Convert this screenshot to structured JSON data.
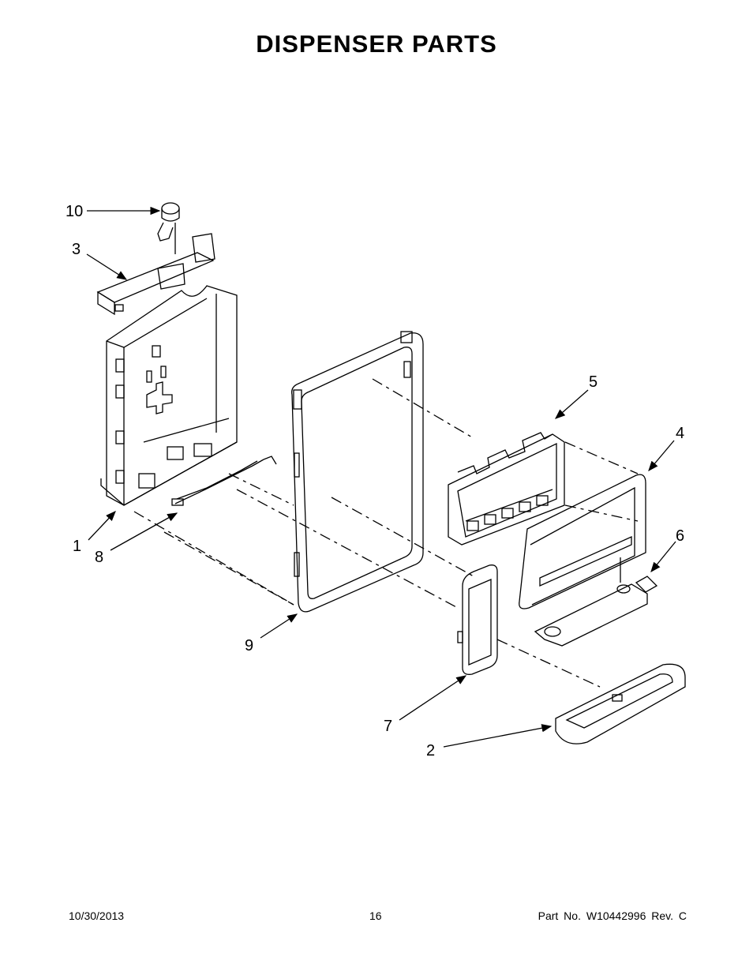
{
  "page": {
    "title": "DISPENSER PARTS",
    "footer": {
      "date": "10/30/2013",
      "page_number": "16",
      "part_number": "Part No.  W10442996  Rev.  C"
    }
  },
  "diagram": {
    "callouts": [
      "10",
      "3",
      "5",
      "4",
      "1",
      "8",
      "6",
      "9",
      "7",
      "2"
    ]
  }
}
